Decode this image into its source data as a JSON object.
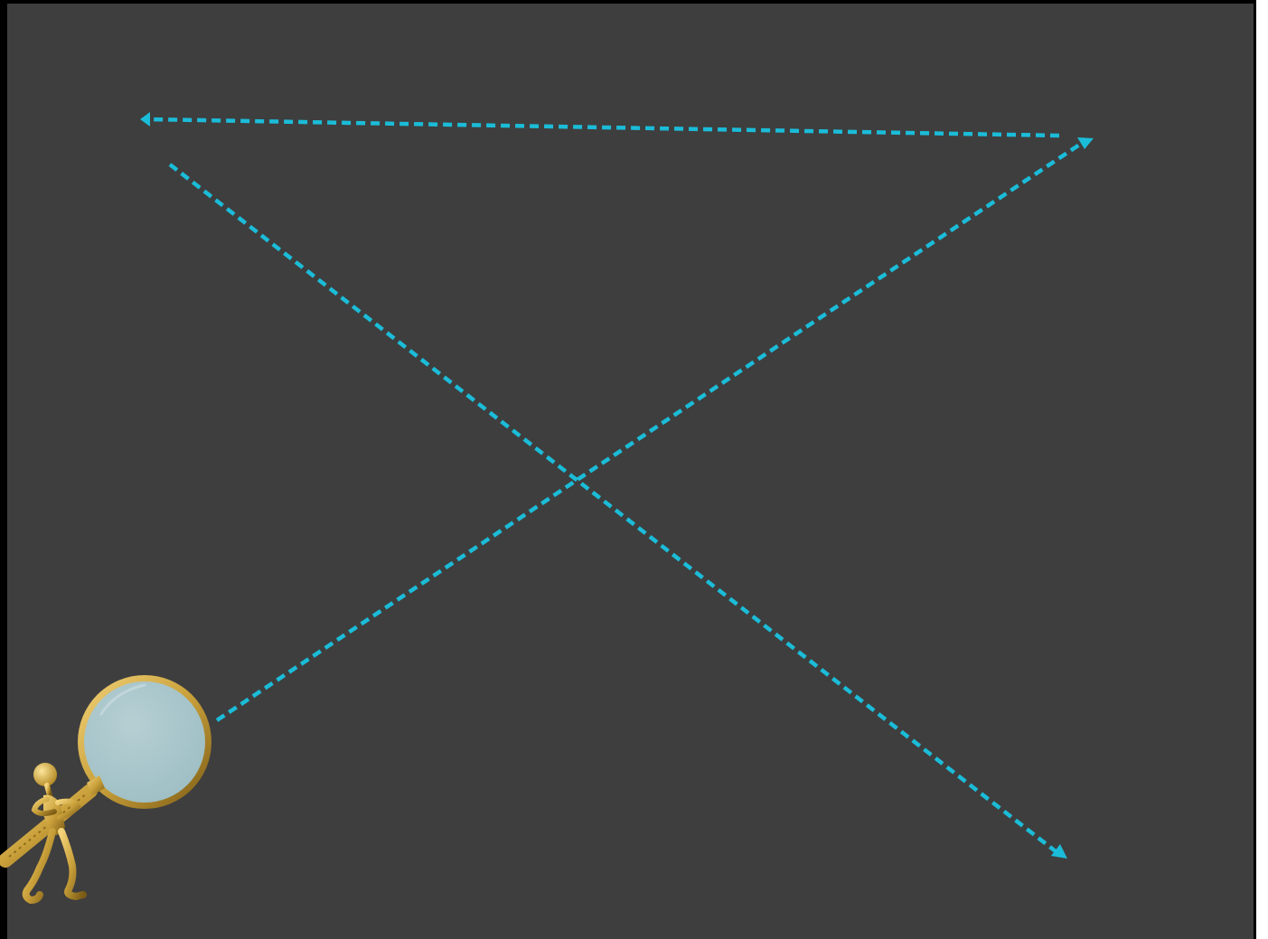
{
  "slide": {
    "background_color": "#3e3e3e",
    "frame_color": "#000000"
  },
  "arrows": {
    "color": "#1bbcd8",
    "style": "dotted",
    "items": [
      {
        "name": "arrow-top-left",
        "direction": "leftward"
      },
      {
        "name": "arrow-diagonal-down-right",
        "direction": "down-right"
      },
      {
        "name": "arrow-diagonal-up-right",
        "direction": "up-right"
      }
    ]
  },
  "illustration": {
    "subject": "gold-figure-with-magnifying-glass",
    "icon": "magnifying-glass-icon",
    "gold_color": "#c9a03a",
    "lens_color": "#a6c2c7"
  }
}
